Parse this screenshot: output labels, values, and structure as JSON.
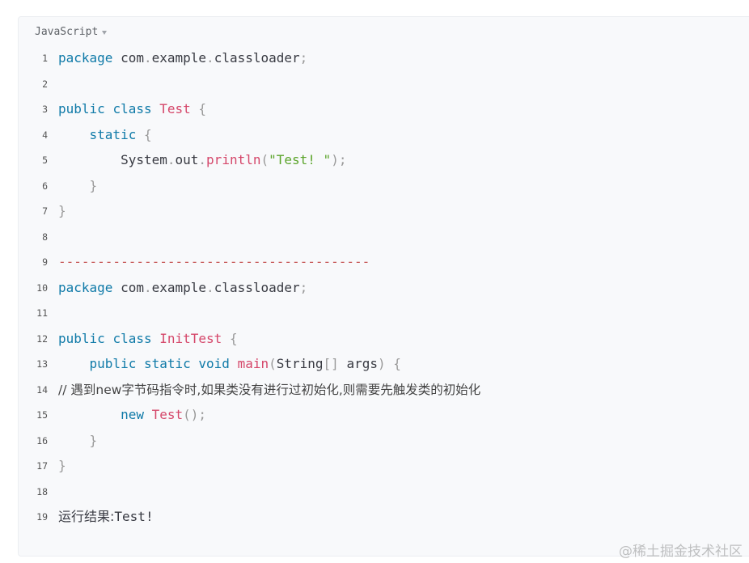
{
  "code_block": {
    "language": "JavaScript",
    "lines": [
      {
        "n": "1",
        "tokens": [
          {
            "t": "package",
            "c": "kw"
          },
          {
            "t": " com",
            "c": ""
          },
          {
            "t": ".",
            "c": "punc"
          },
          {
            "t": "example",
            "c": ""
          },
          {
            "t": ".",
            "c": "punc"
          },
          {
            "t": "classloader",
            "c": ""
          },
          {
            "t": ";",
            "c": "punc"
          }
        ]
      },
      {
        "n": "2",
        "tokens": []
      },
      {
        "n": "3",
        "tokens": [
          {
            "t": "public",
            "c": "kw"
          },
          {
            "t": " ",
            "c": ""
          },
          {
            "t": "class",
            "c": "kw"
          },
          {
            "t": " ",
            "c": ""
          },
          {
            "t": "Test",
            "c": "cls"
          },
          {
            "t": " {",
            "c": "punc"
          }
        ]
      },
      {
        "n": "4",
        "tokens": [
          {
            "t": "    ",
            "c": ""
          },
          {
            "t": "static",
            "c": "kw"
          },
          {
            "t": " {",
            "c": "punc"
          }
        ]
      },
      {
        "n": "5",
        "tokens": [
          {
            "t": "        System",
            "c": ""
          },
          {
            "t": ".",
            "c": "punc"
          },
          {
            "t": "out",
            "c": ""
          },
          {
            "t": ".",
            "c": "punc"
          },
          {
            "t": "println",
            "c": "fn"
          },
          {
            "t": "(",
            "c": "punc"
          },
          {
            "t": "\"Test! \"",
            "c": "str"
          },
          {
            "t": ");",
            "c": "punc"
          }
        ]
      },
      {
        "n": "6",
        "tokens": [
          {
            "t": "    }",
            "c": "punc"
          }
        ]
      },
      {
        "n": "7",
        "tokens": [
          {
            "t": "}",
            "c": "punc"
          }
        ]
      },
      {
        "n": "8",
        "tokens": []
      },
      {
        "n": "9",
        "tokens": [
          {
            "t": "----------------------------------------",
            "c": "dashes"
          }
        ]
      },
      {
        "n": "10",
        "tokens": [
          {
            "t": "package",
            "c": "kw"
          },
          {
            "t": " com",
            "c": ""
          },
          {
            "t": ".",
            "c": "punc"
          },
          {
            "t": "example",
            "c": ""
          },
          {
            "t": ".",
            "c": "punc"
          },
          {
            "t": "classloader",
            "c": ""
          },
          {
            "t": ";",
            "c": "punc"
          }
        ]
      },
      {
        "n": "11",
        "tokens": []
      },
      {
        "n": "12",
        "tokens": [
          {
            "t": "public",
            "c": "kw"
          },
          {
            "t": " ",
            "c": ""
          },
          {
            "t": "class",
            "c": "kw"
          },
          {
            "t": " ",
            "c": ""
          },
          {
            "t": "InitTest",
            "c": "cls"
          },
          {
            "t": " {",
            "c": "punc"
          }
        ]
      },
      {
        "n": "13",
        "tokens": [
          {
            "t": "    ",
            "c": ""
          },
          {
            "t": "public",
            "c": "kw"
          },
          {
            "t": " ",
            "c": ""
          },
          {
            "t": "static",
            "c": "kw"
          },
          {
            "t": " ",
            "c": ""
          },
          {
            "t": "void",
            "c": "kw"
          },
          {
            "t": " ",
            "c": ""
          },
          {
            "t": "main",
            "c": "fn"
          },
          {
            "t": "(",
            "c": "punc"
          },
          {
            "t": "String",
            "c": ""
          },
          {
            "t": "[]",
            "c": "punc"
          },
          {
            "t": " args",
            "c": ""
          },
          {
            "t": ")",
            "c": "punc"
          },
          {
            "t": " {",
            "c": "punc"
          }
        ]
      },
      {
        "n": "14",
        "tokens": [
          {
            "t": "// 遇到new字节码指令时,如果类没有进行过初始化,则需要先触发类的初始化",
            "c": "comment"
          }
        ]
      },
      {
        "n": "15",
        "tokens": [
          {
            "t": "        ",
            "c": ""
          },
          {
            "t": "new",
            "c": "kw"
          },
          {
            "t": " ",
            "c": ""
          },
          {
            "t": "Test",
            "c": "cls"
          },
          {
            "t": "();",
            "c": "punc"
          }
        ]
      },
      {
        "n": "16",
        "tokens": [
          {
            "t": "    }",
            "c": "punc"
          }
        ]
      },
      {
        "n": "17",
        "tokens": [
          {
            "t": "}",
            "c": "punc"
          }
        ]
      },
      {
        "n": "18",
        "tokens": []
      },
      {
        "n": "19",
        "tokens": [
          {
            "t": "运行结果:",
            "c": "plain-cn"
          },
          {
            "t": "Test!",
            "c": ""
          }
        ]
      }
    ]
  },
  "watermark": "@稀土掘金技术社区"
}
